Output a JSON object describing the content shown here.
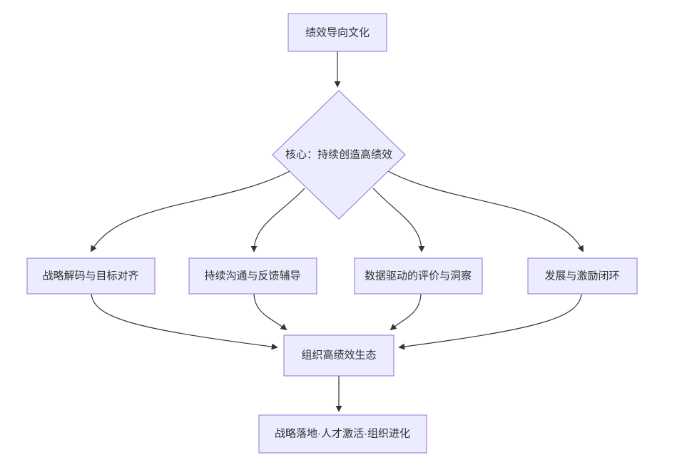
{
  "page": {
    "background": "#ffffff"
  },
  "diagram": {
    "type": "flowchart",
    "direction": "top-down",
    "colors": {
      "node_fill": "#ECECFF",
      "node_border": "#9370DB",
      "edge_stroke": "#333333",
      "label_text": "#333333"
    },
    "nodes": {
      "culture": {
        "label": "绩效导向文化",
        "shape": "rectangle"
      },
      "core": {
        "label": "核心：持续创造高绩效",
        "shape": "diamond"
      },
      "strategy": {
        "label": "战略解码与目标对齐",
        "shape": "rectangle"
      },
      "communication": {
        "label": "持续沟通与反馈辅导",
        "shape": "rectangle"
      },
      "data_eval": {
        "label": "数据驱动的评价与洞察",
        "shape": "rectangle"
      },
      "development": {
        "label": "发展与激励闭环",
        "shape": "rectangle"
      },
      "ecosystem": {
        "label": "组织高绩效生态",
        "shape": "rectangle"
      },
      "outcome": {
        "label": "战略落地·人才激活·组织进化",
        "shape": "rectangle"
      }
    },
    "edges": [
      {
        "from": "culture",
        "to": "core"
      },
      {
        "from": "core",
        "to": "strategy"
      },
      {
        "from": "core",
        "to": "communication"
      },
      {
        "from": "core",
        "to": "data_eval"
      },
      {
        "from": "core",
        "to": "development"
      },
      {
        "from": "strategy",
        "to": "ecosystem"
      },
      {
        "from": "communication",
        "to": "ecosystem"
      },
      {
        "from": "data_eval",
        "to": "ecosystem"
      },
      {
        "from": "development",
        "to": "ecosystem"
      },
      {
        "from": "ecosystem",
        "to": "outcome"
      }
    ]
  }
}
